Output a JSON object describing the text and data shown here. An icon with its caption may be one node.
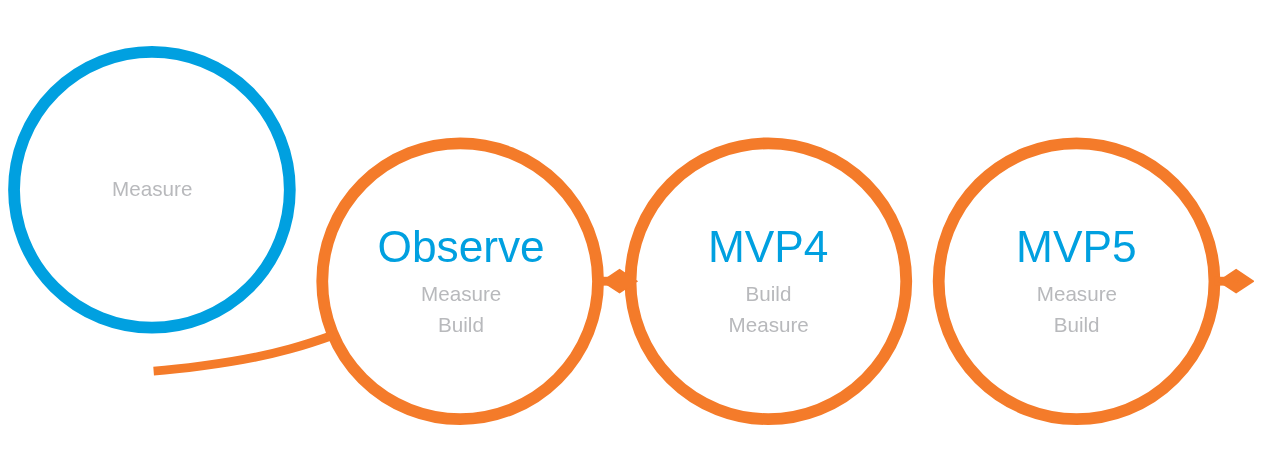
{
  "diagram": {
    "nodes": [
      {
        "text": [
          "Measure"
        ]
      },
      {
        "text": [
          "Observe",
          "Measure",
          "Build"
        ]
      },
      {
        "text": [
          "MVP4",
          "Build",
          "Measure"
        ]
      },
      {
        "text": [
          "MVP5",
          "Measure",
          "Build"
        ]
      }
    ],
    "edges": [
      {
        "from": null,
        "to": 1,
        "arrow": "none"
      },
      {
        "from": 1,
        "to": 2,
        "arrow": "other"
      },
      {
        "from": 3,
        "to": null,
        "arrow": "other"
      }
    ]
  }
}
